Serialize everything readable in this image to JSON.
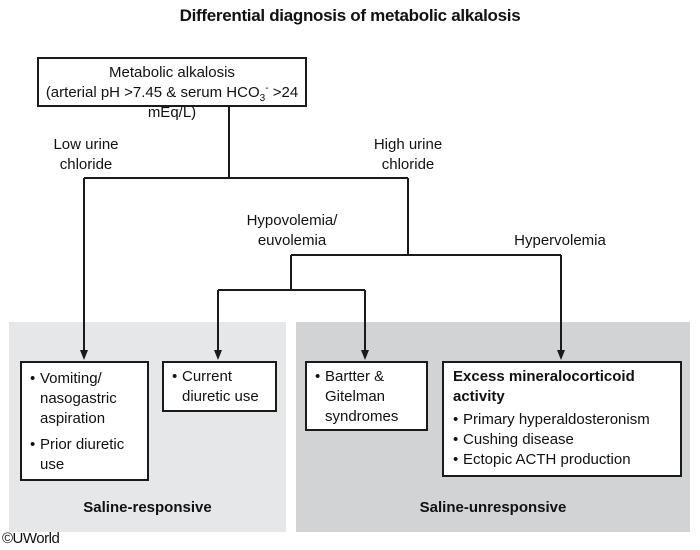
{
  "title": "Differential diagnosis of metabolic alkalosis",
  "root": {
    "line1": "Metabolic alkalosis",
    "line2_prefix": "(arterial pH >7.45 & serum HCO",
    "line2_sub": "3",
    "line2_sup": "-",
    "line2_suffix": " >24 mEq/L)"
  },
  "branches": {
    "low_urine_chloride": [
      "Low urine",
      "chloride"
    ],
    "high_urine_chloride": [
      "High urine",
      "chloride"
    ],
    "hypovolemia_euvolemia": [
      "Hypovolemia/",
      "euvolemia"
    ],
    "hypervolemia": "Hypervolemia"
  },
  "panels": {
    "saline_responsive": {
      "label": "Saline-responsive",
      "color": "#e6e7e8"
    },
    "saline_unresponsive": {
      "label": "Saline-unresponsive",
      "color": "#d2d3d5"
    }
  },
  "boxes": {
    "vomiting": {
      "items": [
        {
          "bullet": "•",
          "text": "Vomiting/ nasogastric aspiration"
        },
        {
          "bullet": "•",
          "text": "Prior diuretic use"
        }
      ]
    },
    "current_diuretic": {
      "items": [
        {
          "bullet": "•",
          "text": "Current diuretic use"
        }
      ]
    },
    "bartter": {
      "items": [
        {
          "bullet": "•",
          "text": "Bartter & Gitelman syndromes"
        }
      ]
    },
    "mineralocorticoid": {
      "heading": "Excess mineralocorticoid activity",
      "items": [
        {
          "bullet": "•",
          "text": "Primary hyperaldosteronism"
        },
        {
          "bullet": "•",
          "text": "Cushing disease"
        },
        {
          "bullet": "•",
          "text": "Ectopic ACTH production"
        }
      ]
    }
  },
  "copyright": "©UWorld"
}
